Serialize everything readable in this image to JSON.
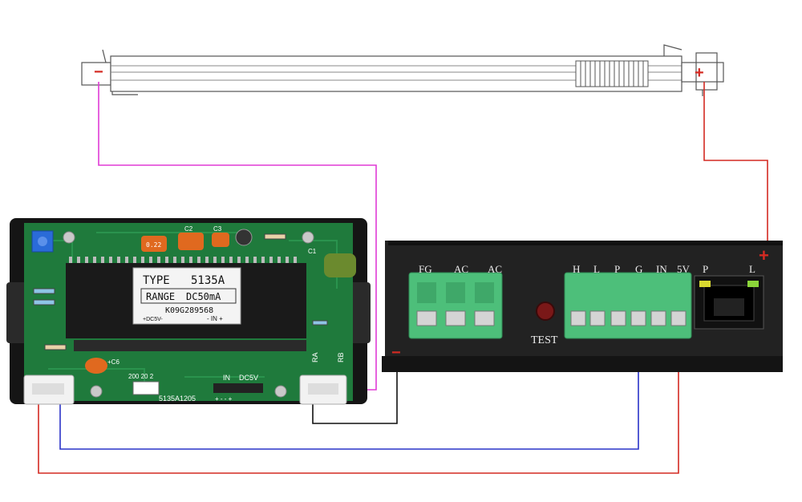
{
  "laser_tube": {
    "neg_symbol": "−",
    "pos_symbol": "+"
  },
  "meter": {
    "label_type": "TYPE",
    "label_type_value": "5135A",
    "label_range": "RANGE",
    "label_range_value": "DC50mA",
    "serial": "K09G289568",
    "dc5v_small": "+DC5V-",
    "in_small": "- IN +",
    "board_code": "5135A1205",
    "pads_in": "IN",
    "pads_dc5v": "DC5V",
    "pads_signs": "+ - - +",
    "range_marks": "200 20 2",
    "cap_c6": "+C6",
    "cap_c1": "C1",
    "cap_c2": "C2",
    "cap_c3": "C3",
    "cap_022": "0.22",
    "ra": "RA",
    "rb": "RB"
  },
  "power_supply": {
    "terminals_left": [
      "FG",
      "AC",
      "AC"
    ],
    "terminals_right": [
      "H",
      "L",
      "P",
      "G",
      "IN",
      "5V"
    ],
    "test_label": "TEST",
    "led_labels": [
      "P",
      "L"
    ],
    "neg_symbol": "−",
    "pos_symbol": "+"
  },
  "colors": {
    "wire_magenta": "#e03bd6",
    "wire_red": "#d42a22",
    "wire_blue": "#2a33c8",
    "wire_black": "#111111",
    "pcb_green": "#1f7a3c",
    "terminal_green": "#4dbf7a",
    "psu_body": "#222222"
  }
}
